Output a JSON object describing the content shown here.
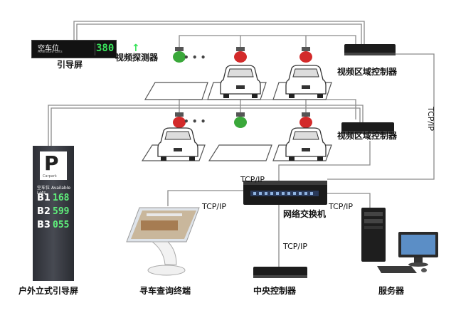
{
  "sign": {
    "title_cn": "空车位",
    "title_en": "Available Lots",
    "count": "380",
    "arrow_glyph": "↑",
    "label": "引导屏"
  },
  "tower": {
    "p_letter": "P",
    "carpark_text": "Carpark",
    "header_cn": "空车位",
    "header_en": "Available Lots",
    "rows": [
      {
        "level": "B1",
        "count": "168"
      },
      {
        "level": "B2",
        "count": "599"
      },
      {
        "level": "B3",
        "count": "055"
      }
    ],
    "label": "户外立式引导屏"
  },
  "labels": {
    "video_detector": "视频探测器",
    "zone_controller_1": "视频区域控制器",
    "zone_controller_2": "视频区域控制器",
    "tcpip_right": "TCP/IP",
    "tcpip_top": "TCP/IP",
    "tcpip_left": "TCP/IP",
    "tcpip_right2": "TCP/IP",
    "tcpip_bottom": "TCP/IP",
    "switch": "网络交换机",
    "kiosk": "寻车查询终端",
    "central": "中央控制器",
    "server": "服务器",
    "dots_row1": "• • •",
    "dots_row2": "• • •"
  },
  "colors": {
    "line": "#8a8a8a",
    "detector_green": "#3aa83a",
    "detector_red": "#d32a2a",
    "device": "#1c1c1c",
    "display_green": "#39e35b"
  }
}
